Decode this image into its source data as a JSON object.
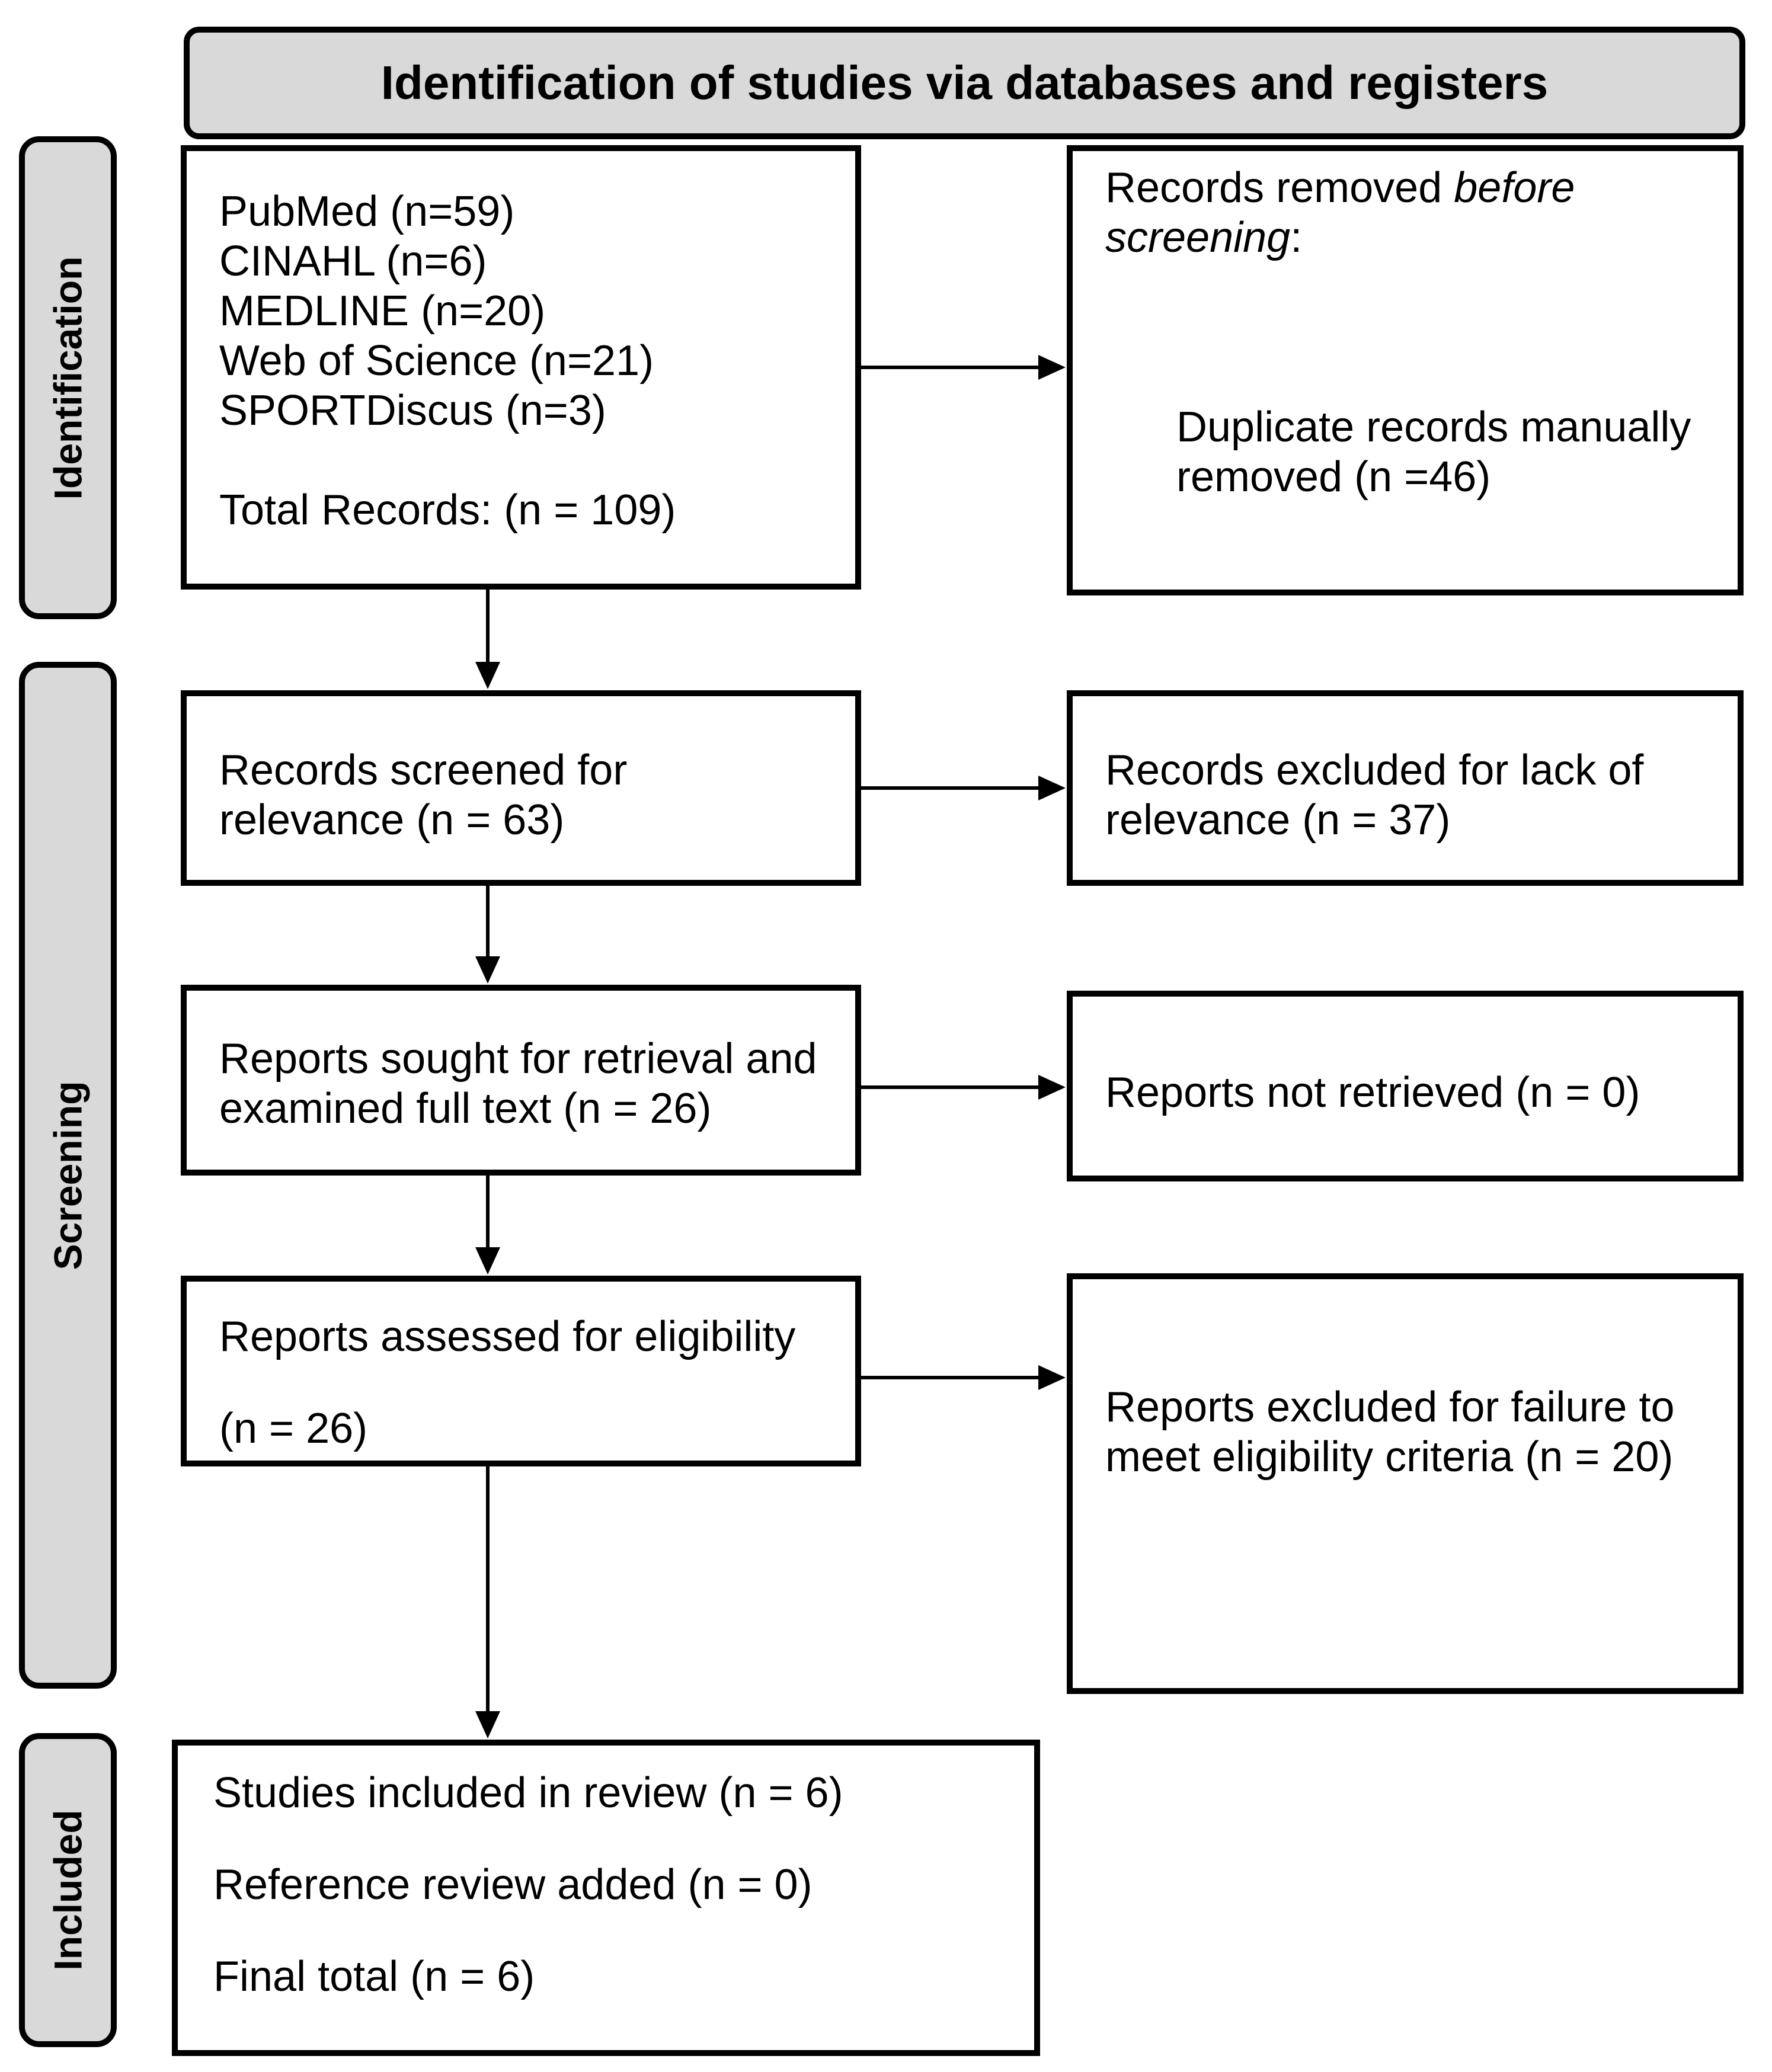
{
  "colors": {
    "box_fill_gray": "#d9d9d9",
    "border": "#000000",
    "background": "#ffffff",
    "text": "#000000"
  },
  "banner": {
    "title": "Identification of studies via databases and registers"
  },
  "sidebar": {
    "identification_label": "Identification",
    "screening_label": "Screening",
    "included_label": "Included"
  },
  "flow": {
    "sources_box": {
      "lines": [
        "PubMed (n=59)",
        "CINAHL (n=6)",
        "MEDLINE (n=20)",
        "Web of Science (n=21)",
        "SPORTDiscus (n=3)"
      ],
      "total": "Total Records: (n = 109)"
    },
    "removed_box": {
      "heading_prefix": "Records removed ",
      "heading_italic_line1": "before",
      "heading_italic_line2": "screening",
      "heading_suffix": ":",
      "detail_lines": [
        "Duplicate records manually",
        "removed (n =46)"
      ]
    },
    "screened_box": {
      "lines": [
        "Records screened for",
        "relevance (n = 63)"
      ]
    },
    "excluded_relevance_box": {
      "lines": [
        "Records excluded for lack of",
        "relevance (n = 37)"
      ]
    },
    "sought_box": {
      "lines": [
        "Reports sought for retrieval and",
        "examined full text (n = 26)"
      ]
    },
    "not_retrieved_box": {
      "line": "Reports not retrieved (n = 0)"
    },
    "assessed_box": {
      "line1": "Reports assessed for eligibility",
      "line2": "(n = 26)"
    },
    "excluded_eligibility_box": {
      "lines": [
        "Reports excluded for failure to",
        "meet eligibility criteria (n = 20)"
      ]
    },
    "included_box": {
      "lines": [
        "Studies included in review (n = 6)",
        "Reference review added (n = 0)",
        "Final total (n = 6)"
      ]
    }
  }
}
